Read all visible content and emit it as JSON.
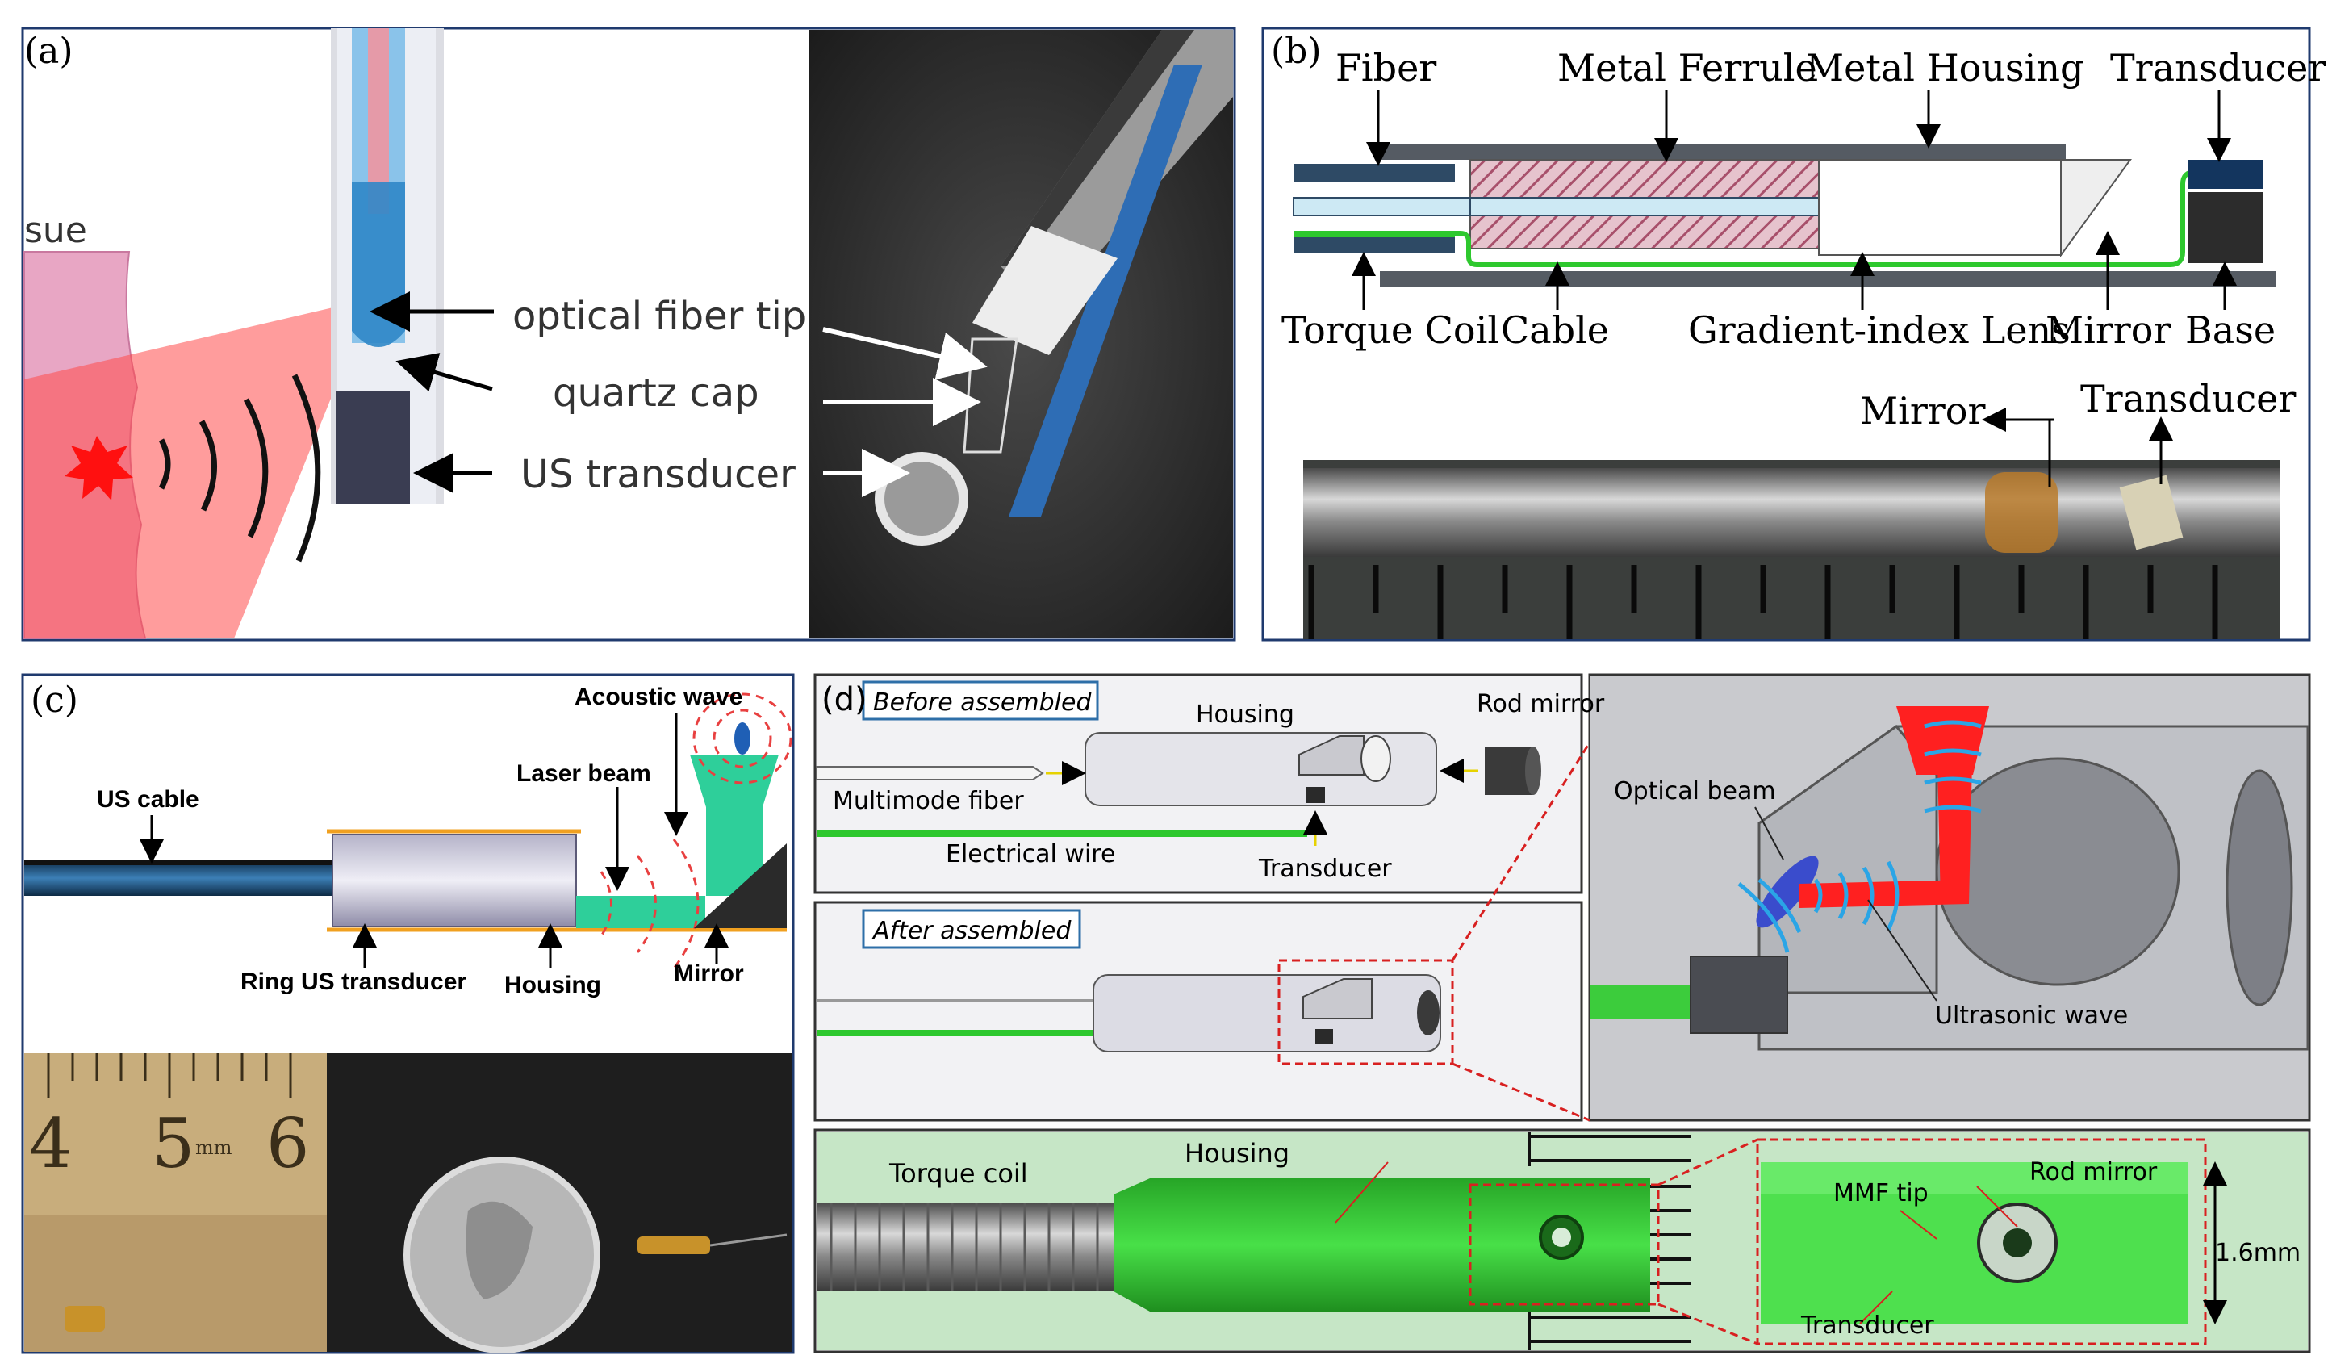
{
  "panel_a": {
    "tag": "(a)",
    "tissue_label": "sue",
    "fiber_label": "optical fiber tip",
    "cap_label": "quartz cap",
    "us_label": "US transducer"
  },
  "panel_b": {
    "tag": "(b)",
    "fiber": "Fiber",
    "metal_ferrule": "Metal Ferrule",
    "metal_housing": "Metal Housing",
    "transducer_top": "Transducer",
    "torque_coil": "Torque Coil",
    "cable": "Cable",
    "grin_lens": "Gradient-index Lens",
    "mirror": "Mirror",
    "base": "Base",
    "photo_mirror": "Mirror",
    "photo_transducer": "Transducer"
  },
  "panel_c": {
    "tag": "(c)",
    "acoustic_wave": "Acoustic wave",
    "laser_beam": "Laser beam",
    "us_cable": "US cable",
    "ring_us_transducer": "Ring US transducer",
    "housing": "Housing",
    "mirror": "Mirror",
    "ruler_4": "4",
    "ruler_5": "5",
    "ruler_mm": "mm",
    "ruler_6": "6"
  },
  "panel_d": {
    "tag": "(d)",
    "before_assembled": "Before assembled",
    "after_assembled": "After assembled",
    "housing": "Housing",
    "rod_mirror": "Rod mirror",
    "multimode_fiber": "Multimode fiber",
    "electrical_wire": "Electrical wire",
    "transducer": "Transducer",
    "optical_beam": "Optical beam",
    "ultrasonic_wave": "Ultrasonic wave",
    "torque_coil": "Torque coil",
    "photo_housing": "Housing",
    "mmf_tip": "MMF tip",
    "photo_rod_mirror": "Rod mirror",
    "photo_transducer": "Transducer",
    "scale": "1.6mm"
  },
  "colors": {
    "panel_border": "#1f3a6e",
    "laser_red": "#ff2a2a",
    "fiber_blue": "#3a9ad9",
    "housing_green": "#2ec82e",
    "tissue_pink": "#e8a6c4"
  }
}
